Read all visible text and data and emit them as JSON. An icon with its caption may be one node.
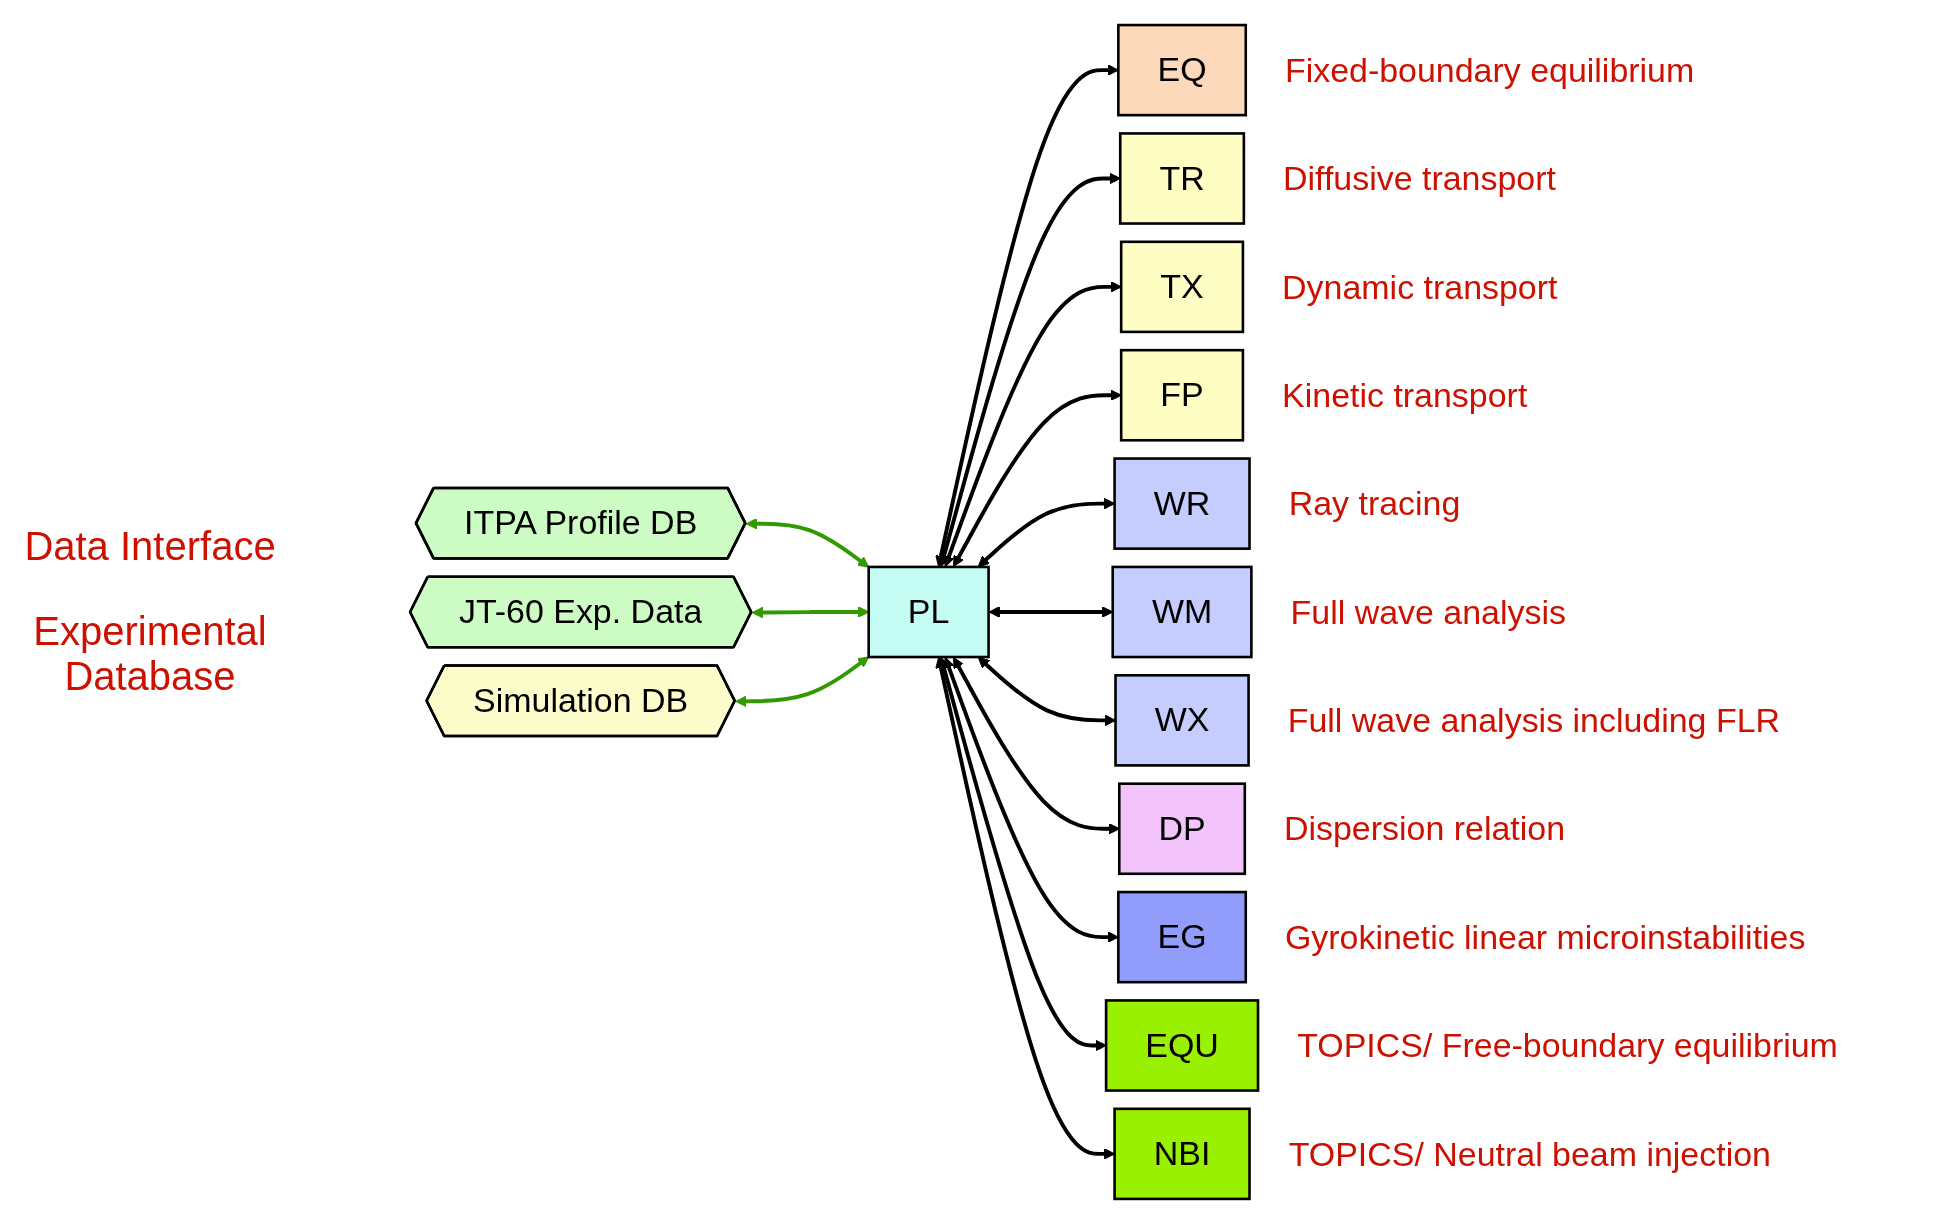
{
  "diagram": {
    "nodes": [
      {
        "text": [
          "PL"
        ]
      },
      {
        "text": [
          "EQ"
        ],
        "beside": [
          "Fixed-boundary equilibrium"
        ]
      },
      {
        "text": [
          "TR"
        ],
        "beside": [
          "Diffusive transport"
        ]
      },
      {
        "text": [
          "TX"
        ],
        "beside": [
          "Dynamic transport"
        ]
      },
      {
        "text": [
          "FP"
        ],
        "beside": [
          "Kinetic transport"
        ]
      },
      {
        "text": [
          "WR"
        ],
        "beside": [
          "Ray tracing"
        ]
      },
      {
        "text": [
          "WM"
        ],
        "beside": [
          "Full wave analysis"
        ]
      },
      {
        "text": [
          "WX"
        ],
        "beside": [
          "Full wave analysis including FLR"
        ]
      },
      {
        "text": [
          "DP"
        ],
        "beside": [
          "Dispersion relation"
        ]
      },
      {
        "text": [
          "EG"
        ],
        "beside": [
          "Gyrokinetic linear microinstabilities"
        ]
      },
      {
        "text": [
          "EQU"
        ],
        "beside": [
          "TOPICS/ Free-boundary equilibrium"
        ]
      },
      {
        "text": [
          "NBI"
        ],
        "beside": [
          "TOPICS/ Neutral beam injection"
        ]
      },
      {
        "text": [
          "ITPA Profile DB"
        ]
      },
      {
        "text": [
          "JT-60 Exp. Data"
        ]
      },
      {
        "text": [
          "Simulation DB"
        ]
      }
    ],
    "edges": [
      {
        "from": 0,
        "to": 1,
        "arrow": "both"
      },
      {
        "from": 0,
        "to": 2,
        "arrow": "both"
      },
      {
        "from": 0,
        "to": 3,
        "arrow": "both"
      },
      {
        "from": 0,
        "to": 4,
        "arrow": "both"
      },
      {
        "from": 0,
        "to": 5,
        "arrow": "both"
      },
      {
        "from": 0,
        "to": 6,
        "arrow": "both"
      },
      {
        "from": 0,
        "to": 7,
        "arrow": "both"
      },
      {
        "from": 0,
        "to": 8,
        "arrow": "both"
      },
      {
        "from": 0,
        "to": 9,
        "arrow": "both"
      },
      {
        "from": 0,
        "to": 10,
        "arrow": "both"
      },
      {
        "from": 0,
        "to": 11,
        "arrow": "both"
      },
      {
        "from": 12,
        "to": 0,
        "arrow": "both",
        "color": "#339900"
      },
      {
        "from": 13,
        "to": 0,
        "arrow": "both",
        "color": "#339900"
      },
      {
        "from": 14,
        "to": 0,
        "arrow": "both",
        "color": "#339900"
      }
    ],
    "labels": [
      "Data Interface",
      "Experimental Database"
    ]
  }
}
